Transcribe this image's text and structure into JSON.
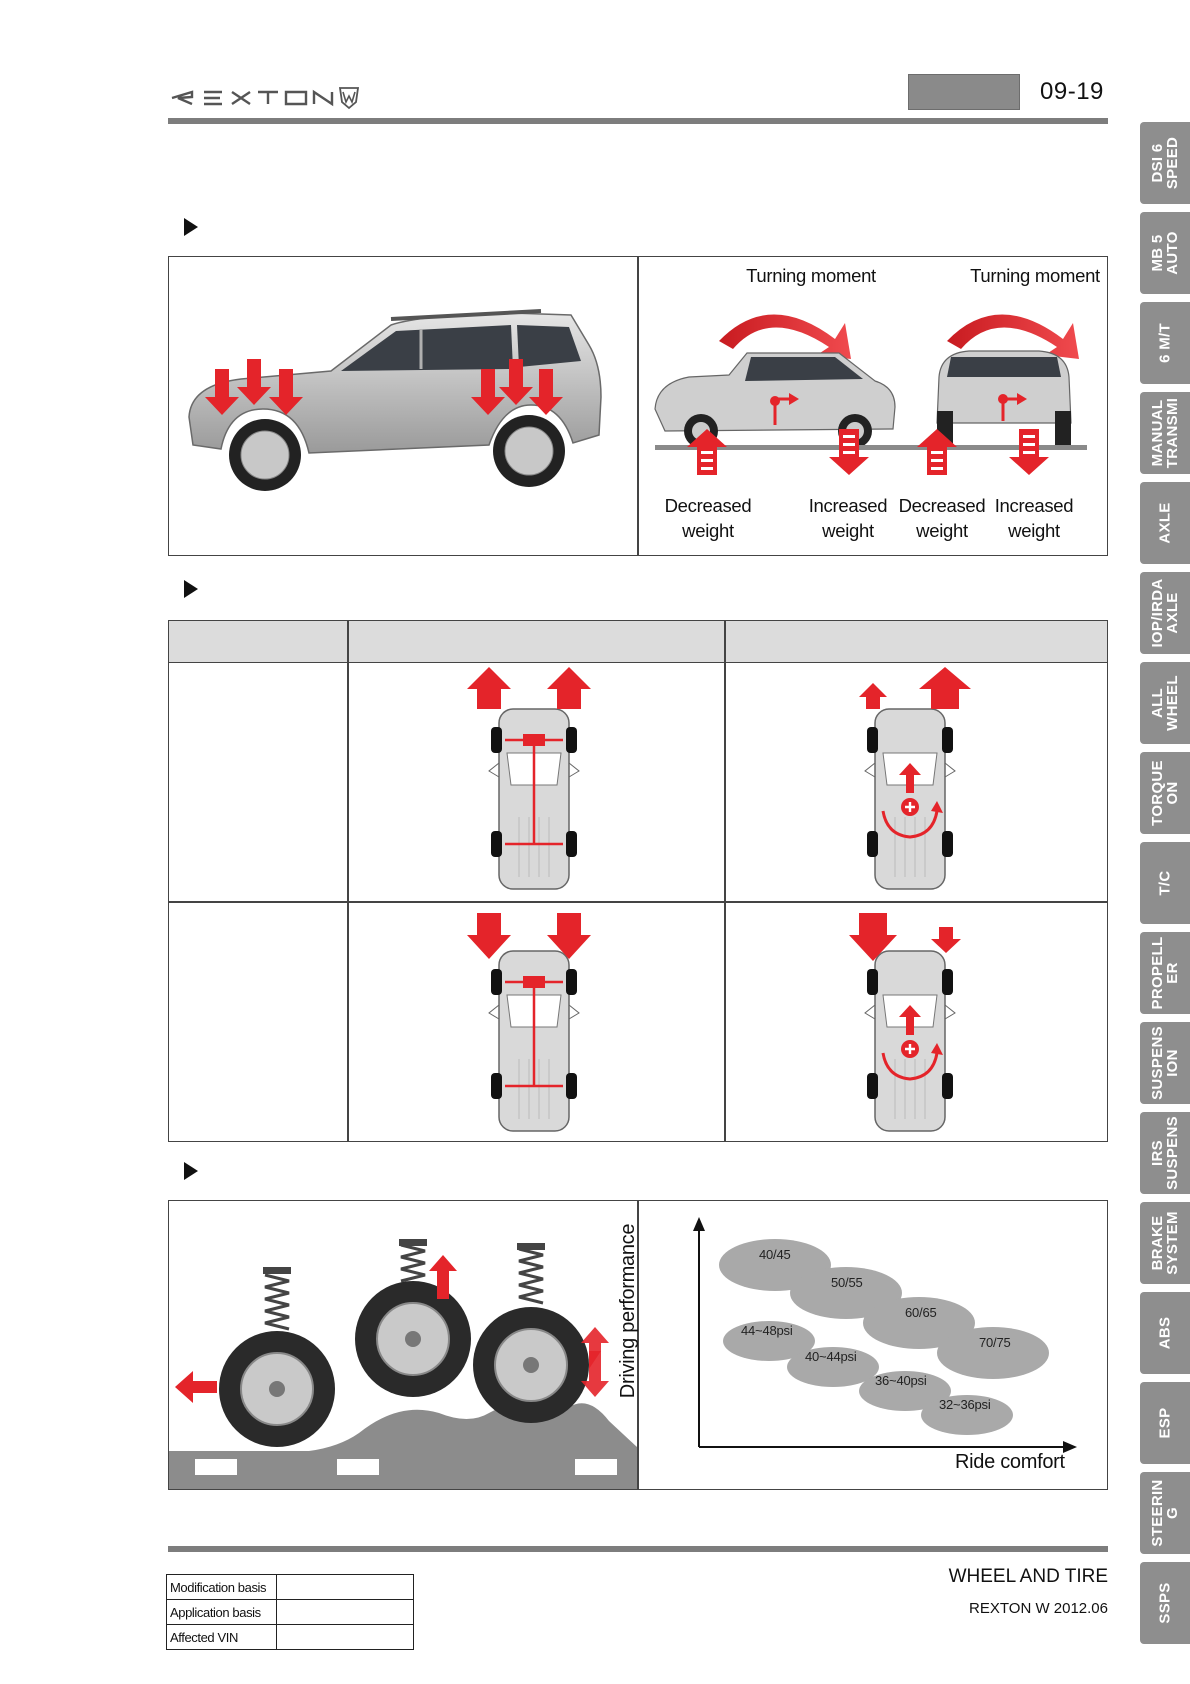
{
  "header": {
    "brand": "REXTON",
    "page_number": "09-19"
  },
  "diagram1": {
    "left_label": "Turning moment",
    "right_label": "Turning moment",
    "weights": [
      {
        "line1": "Decreased",
        "line2": "weight"
      },
      {
        "line1": "Increased",
        "line2": "weight"
      },
      {
        "line1": "Decreased",
        "line2": "weight"
      },
      {
        "line1": "Increased",
        "line2": "weight"
      }
    ]
  },
  "diagram3": {
    "ellipses": [
      {
        "label": "40/45"
      },
      {
        "label": "50/55"
      },
      {
        "label": "60/65"
      },
      {
        "label": "70/75"
      },
      {
        "label": "44~48psi"
      },
      {
        "label": "40~44psi"
      },
      {
        "label": "36~40psi"
      },
      {
        "label": "32~36psi"
      }
    ],
    "y_axis": "Driving performance",
    "x_axis": "Ride comfort"
  },
  "side_tabs": [
    "DSI 6\nSPEED",
    "MB 5\nAUTO",
    "6 M/T",
    "MANUAL\nTRANSMI",
    "AXLE",
    "IOP/IRDA\nAXLE",
    "ALL\nWHEEL",
    "TORQUE\nON",
    "T/C",
    "PROPELL\nER",
    "SUSPENS\nION",
    "IRS\nSUSPENS",
    "BRAKE\nSYSTEM",
    "ABS",
    "ESP",
    "STEERIN\nG",
    "SSPS"
  ],
  "footer": {
    "modification_basis": "Modification basis",
    "application_basis": "Application basis",
    "affected_vin": "Affected VIN",
    "title": "WHEEL AND TIRE",
    "model": "REXTON W 2012.06"
  },
  "colors": {
    "accent_red": "#e4242a",
    "rule_gray": "#7d7d7d",
    "tab_gray": "#8e8e8e",
    "ellipse_gray": "#a9a9a9"
  }
}
